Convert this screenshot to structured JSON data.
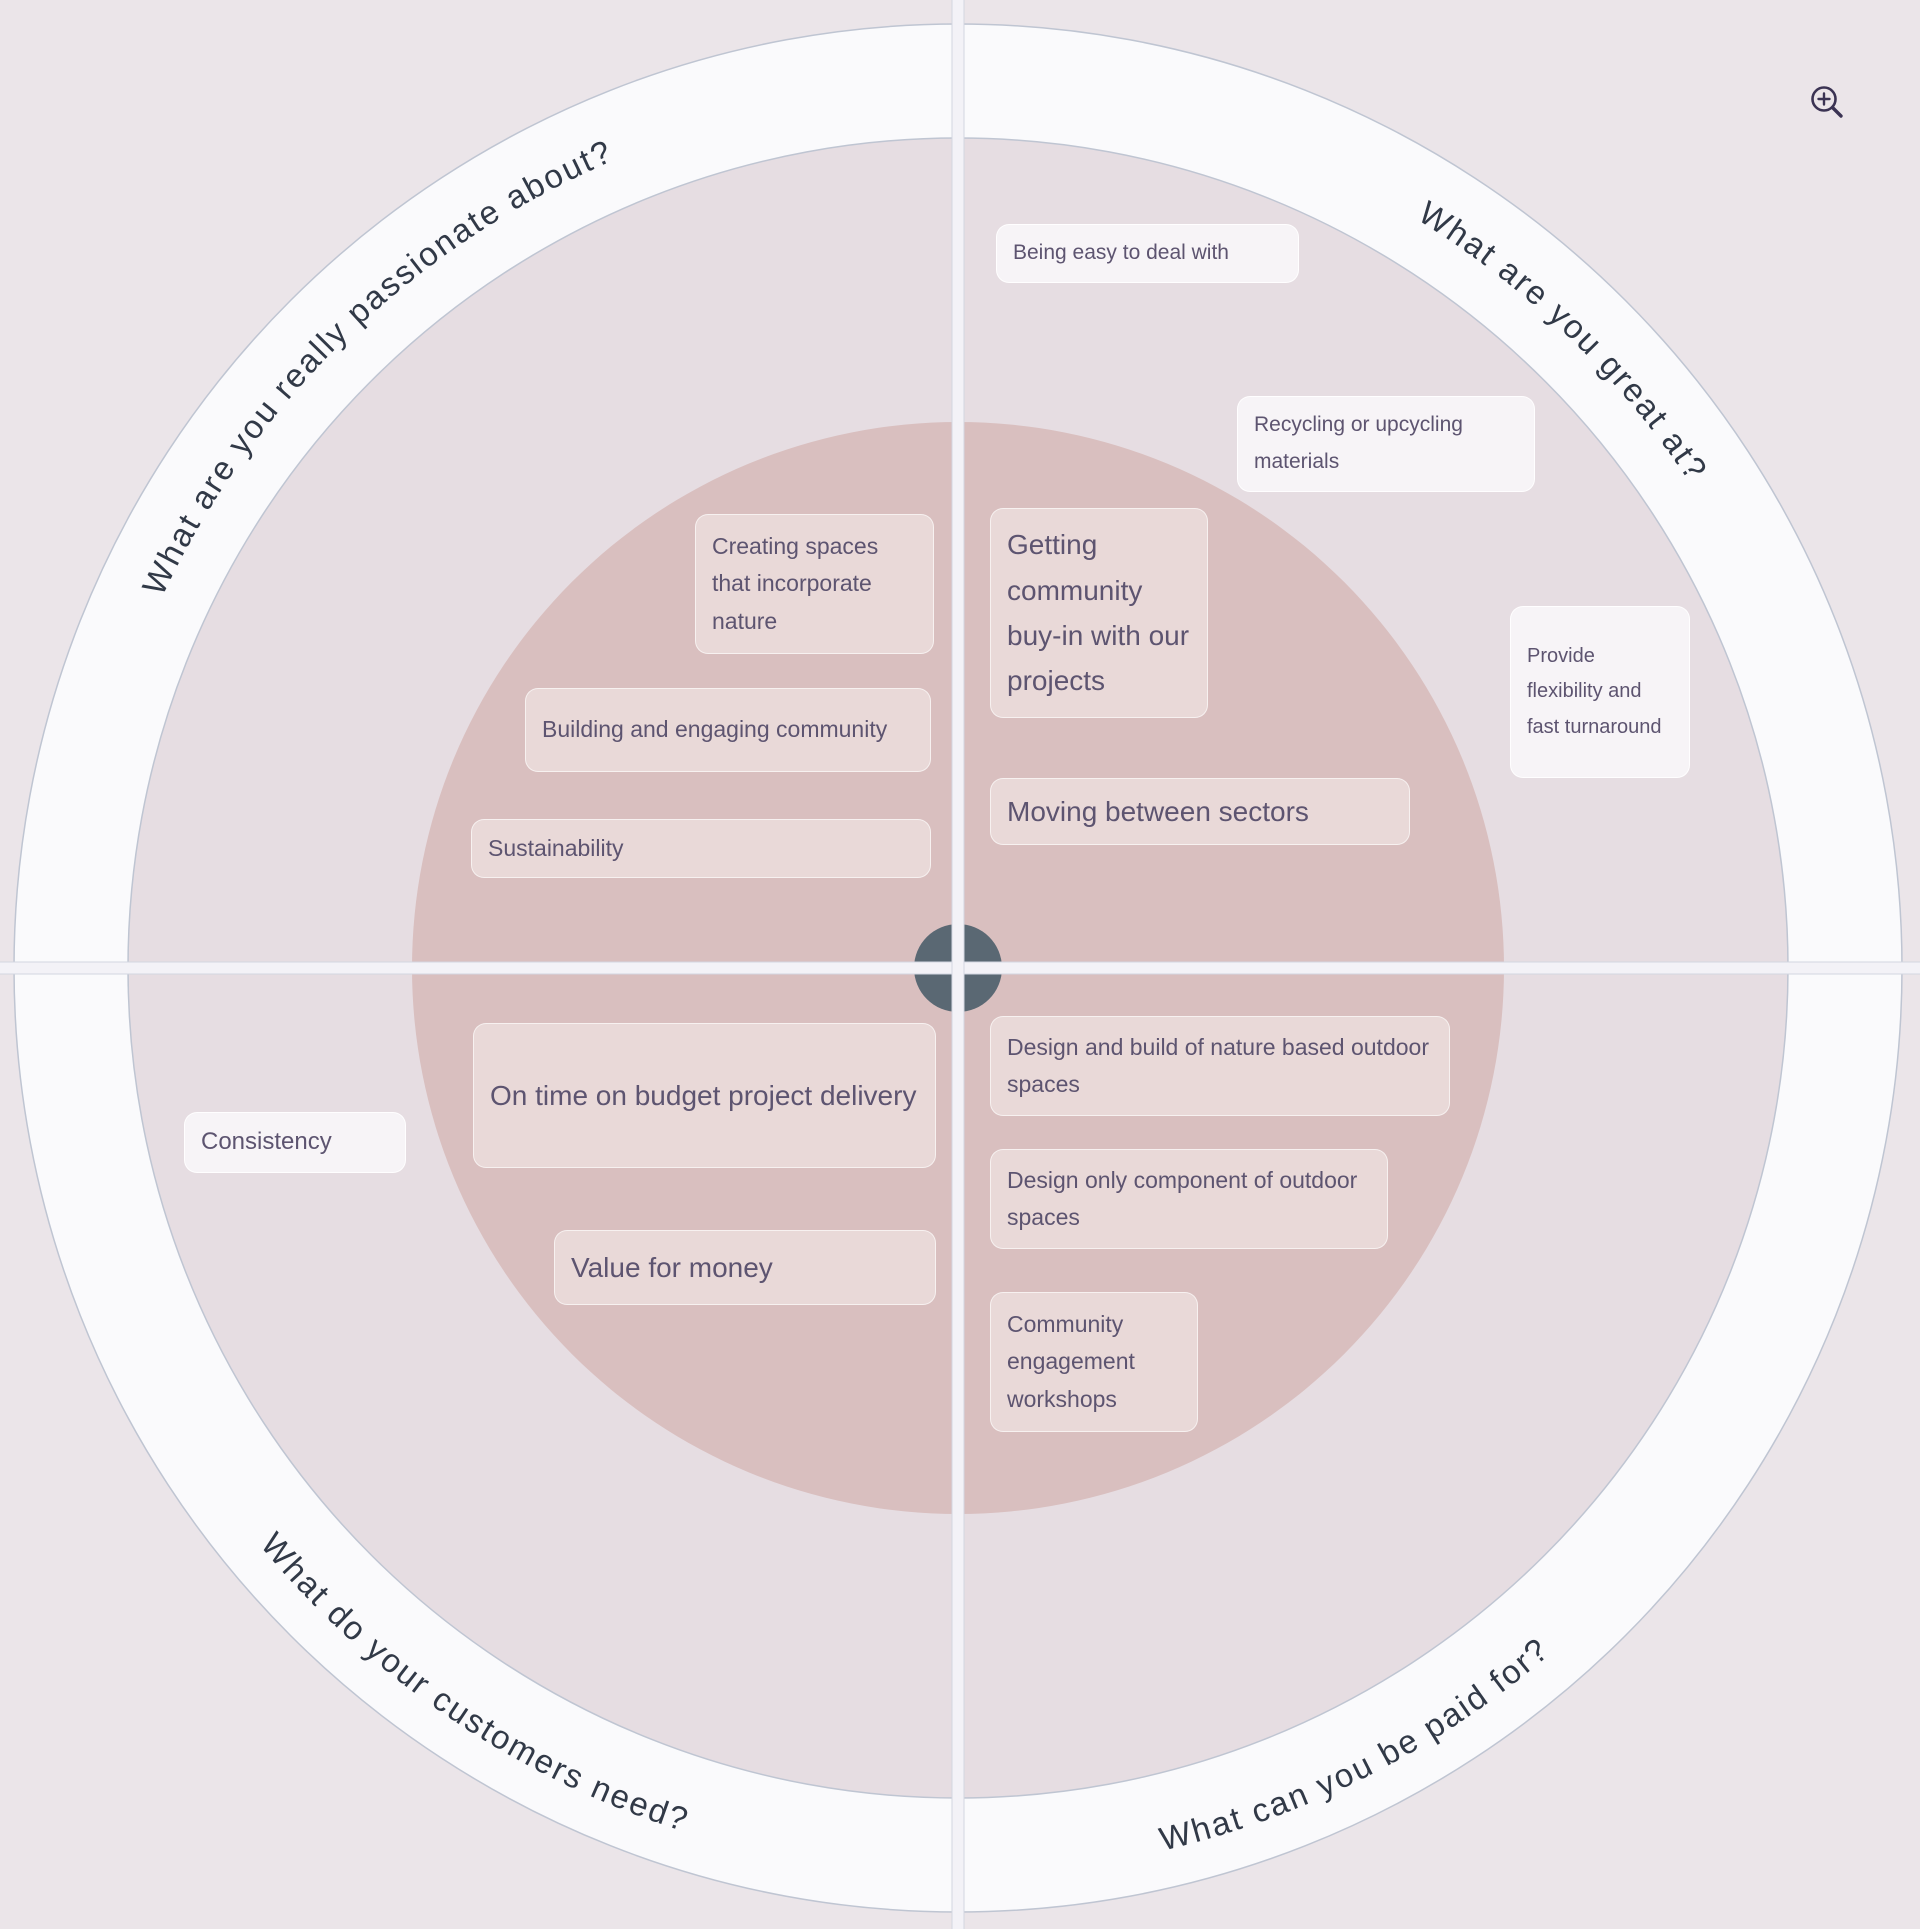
{
  "canvas": {
    "zoom_button": {
      "icon": "zoom-in-magnifier"
    }
  },
  "diagram": {
    "center_icon": "crosshair-hub",
    "quadrants": {
      "passionate": {
        "title": "What are you really passionate about?",
        "notes": [
          "Creating spaces that incorporate nature",
          "Building and engaging community",
          "Sustainability"
        ]
      },
      "great_at": {
        "title": "What are you great at?",
        "notes": [
          "Being easy to deal with",
          "Recycling or upcycling materials",
          "Getting community buy-in with our projects",
          "Moving between sectors",
          "Provide flexibility and fast turnaround"
        ]
      },
      "customers_need": {
        "title": "What do your customers need?",
        "notes": [
          "Consistency",
          "On time on budget project delivery",
          "Value for money"
        ]
      },
      "paid_for": {
        "title": "What can you be paid for?",
        "notes": [
          "Design and build of nature based outdoor spaces",
          "Design only component of outdoor spaces",
          "Community engagement workshops"
        ]
      }
    },
    "colors": {
      "page_bg": "#ebe5e9",
      "ring": "#fafafc",
      "ring_edge": "#bfc5d2",
      "quadrant_bg": "#e6dde2",
      "inner_circle": "#d9bfbf",
      "divider": "#f3f2f7",
      "center_hub": "#5a6873",
      "note_pink": "#e9d9d8",
      "note_light": "#f7f4f7",
      "note_text": "#5d5470",
      "title_text": "#313947",
      "zoom_icon": "#3b3353"
    }
  }
}
